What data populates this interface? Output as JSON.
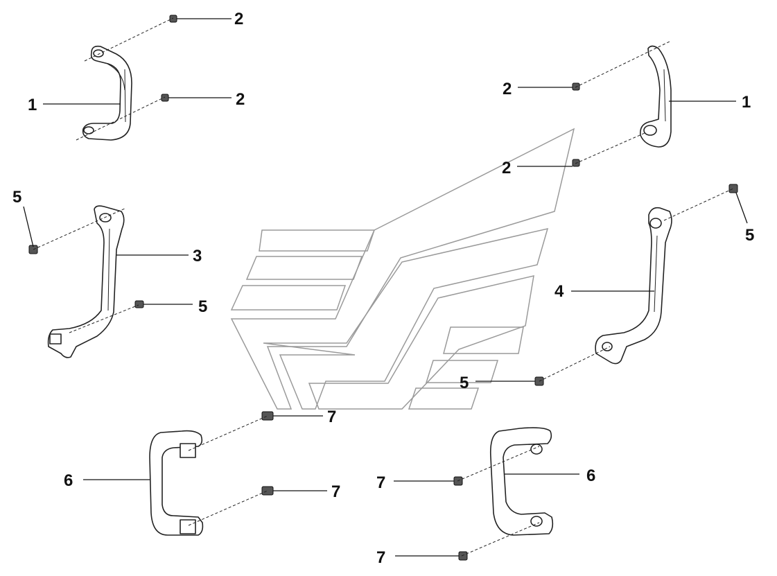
{
  "callouts": {
    "c_tl_1": "1",
    "c_tl_2a": "2",
    "c_tl_2b": "2",
    "c_tr_1": "1",
    "c_tr_2a": "2",
    "c_tr_2b": "2",
    "c_ml_5a": "5",
    "c_ml_3": "3",
    "c_ml_5b": "5",
    "c_mr_5a": "5",
    "c_mr_4": "4",
    "c_mr_5b": "5",
    "c_bl_6": "6",
    "c_bl_7a": "7",
    "c_bl_7b": "7",
    "c_br_6": "6",
    "c_br_7a": "7",
    "c_br_7b": "7"
  }
}
